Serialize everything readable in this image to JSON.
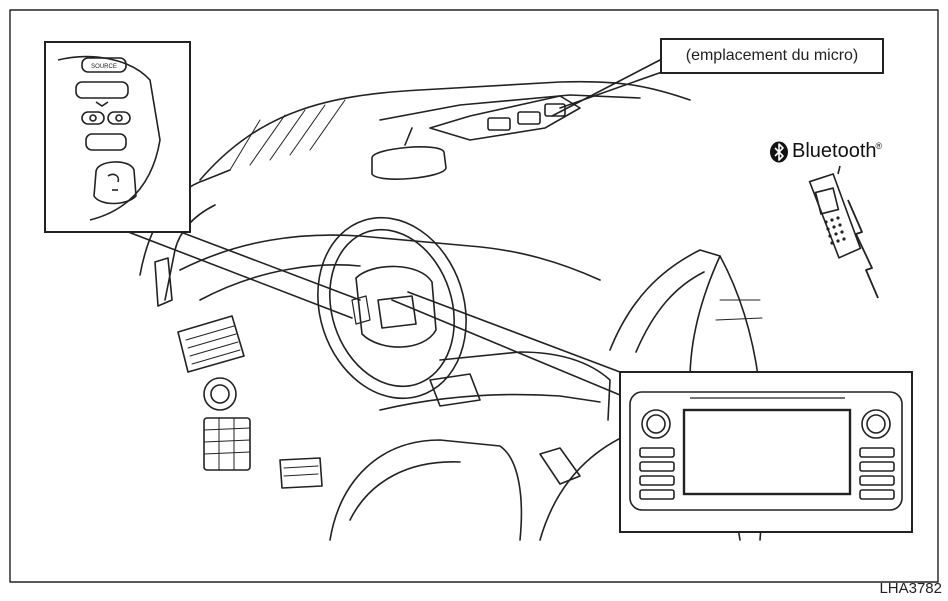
{
  "figure": {
    "mic_location_caption": "(emplacement du micro)",
    "bluetooth_label": "Bluetooth",
    "bluetooth_trademark": "®",
    "figure_code": "LHA3782",
    "steering_switch_labels": {
      "source": "SOURCE"
    },
    "icons": [
      "bluetooth-logo-icon",
      "cellphone-icon",
      "lightning-bolt-icon"
    ],
    "line_color": "#222222"
  }
}
